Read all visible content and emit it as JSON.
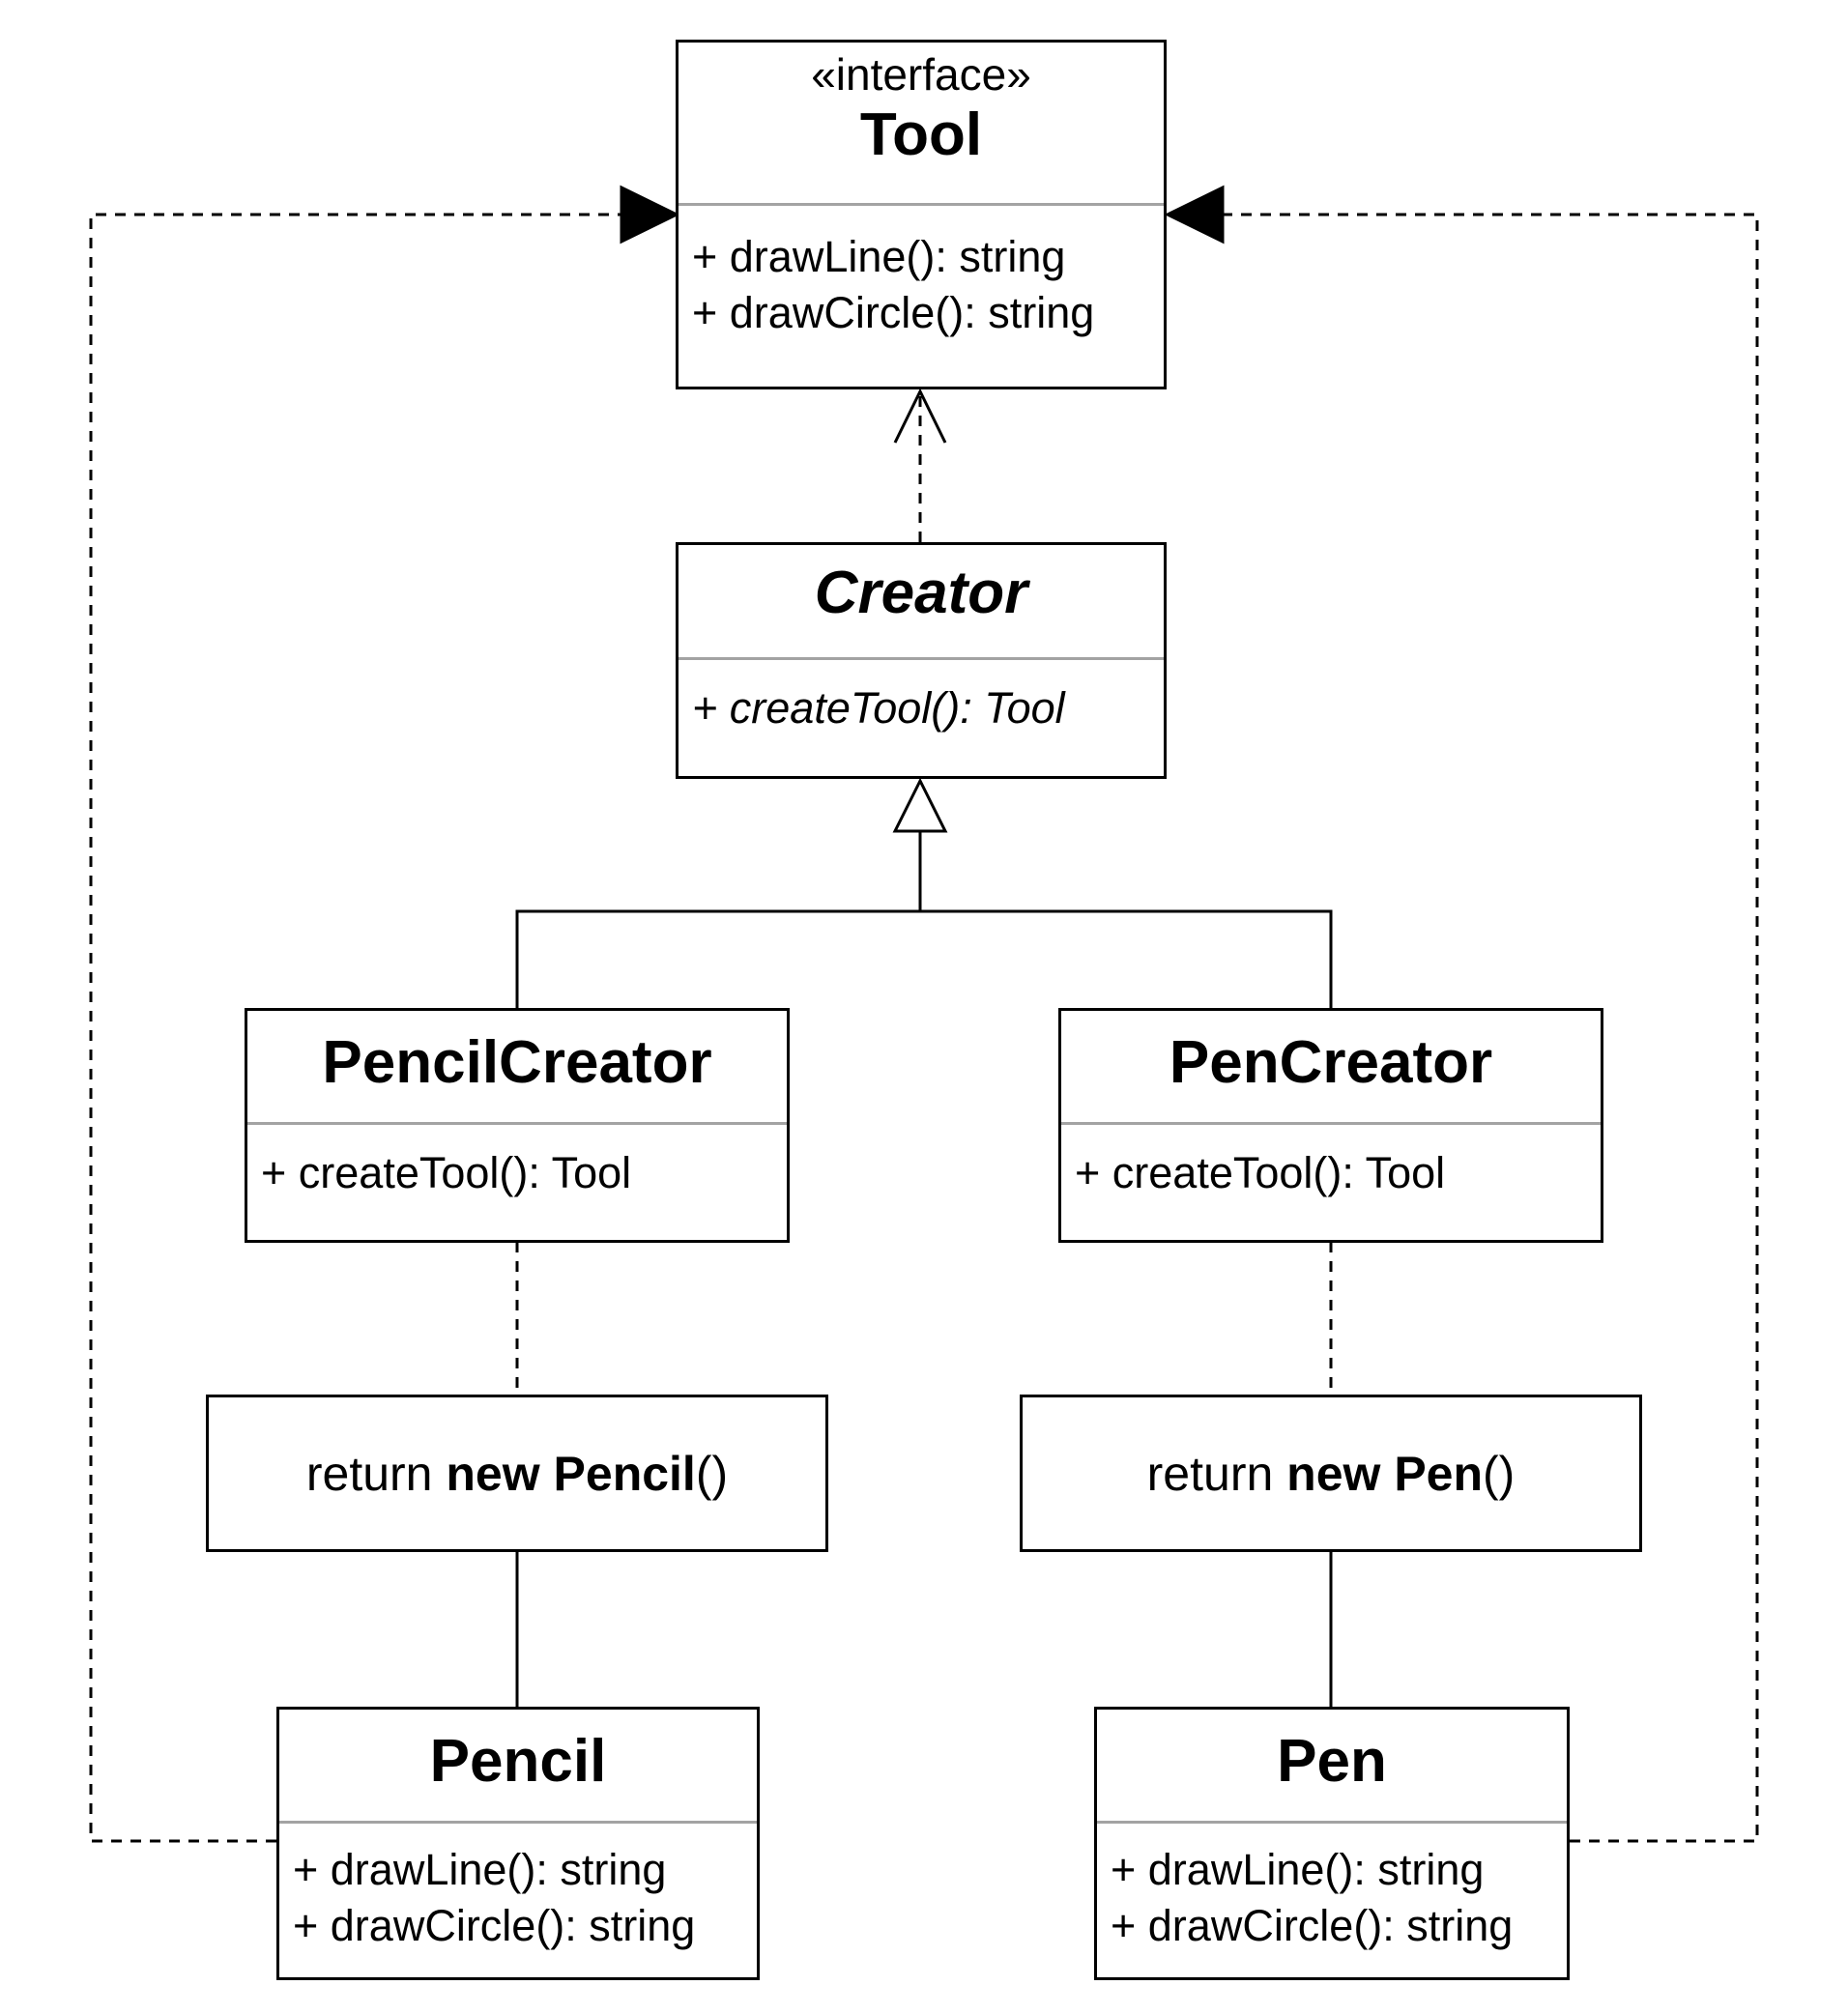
{
  "tool": {
    "stereotype": "«interface»",
    "name": "Tool",
    "methods": [
      "+ drawLine(): string",
      "+ drawCircle(): string"
    ]
  },
  "creator": {
    "name": "Creator",
    "methods": [
      "+ createTool(): Tool"
    ]
  },
  "pencil_creator": {
    "name": "PencilCreator",
    "methods": [
      "+ createTool(): Tool"
    ]
  },
  "pen_creator": {
    "name": "PenCreator",
    "methods": [
      "+ createTool(): Tool"
    ]
  },
  "pencil_note": {
    "prefix": "return ",
    "keyword": "new",
    "space": " ",
    "class_name": "Pencil",
    "suffix": "()"
  },
  "pen_note": {
    "prefix": "return ",
    "keyword": "new",
    "space": " ",
    "class_name": "Pen",
    "suffix": "()"
  },
  "pencil": {
    "name": "Pencil",
    "methods": [
      "+ drawLine(): string",
      "+ drawCircle(): string"
    ]
  },
  "pen": {
    "name": "Pen",
    "methods": [
      "+ drawLine(): string",
      "+ drawCircle(): string"
    ]
  },
  "colors": {
    "line": "#000000",
    "divider": "#a3a3a3",
    "background": "#ffffff"
  }
}
